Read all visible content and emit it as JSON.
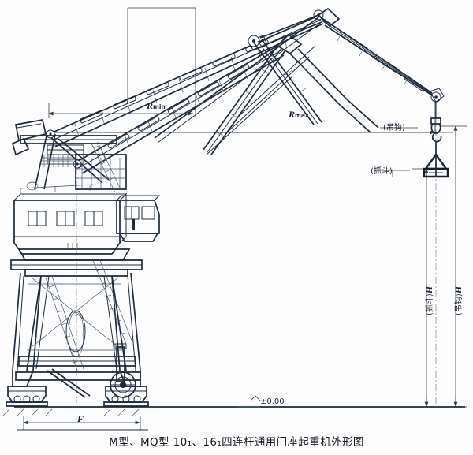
{
  "document": {
    "type": "engineering-outline-drawing",
    "caption": "M型、MQ型 10₁、16₁四连杆通用门座起重机外形图",
    "caption_parts": {
      "model_a": "M型",
      "sep1": "、",
      "model_b": "MQ型",
      "capacity_a": "10₁",
      "sep2": "、",
      "capacity_b": "16₁",
      "descriptor": "四连杆通用门座起重机外形图"
    },
    "paper_color": "#fdfdfd",
    "ink_color": "#1d2a3a",
    "ink_light": "#4a5c72"
  },
  "dimensions": {
    "r_min": {
      "symbol": "R",
      "subscript": "min",
      "name": "minimum-outreach"
    },
    "r_max": {
      "symbol": "R",
      "subscript": "max",
      "name": "maximum-outreach"
    },
    "h_total": {
      "symbol": "H",
      "prefix": "(吊钩)",
      "name": "hook-lifting-height"
    },
    "h_grab": {
      "symbol": "H",
      "prefix": "(抓斗)",
      "name": "grab-lifting-height"
    },
    "gauge": {
      "symbol": "F",
      "name": "rail-gauge"
    },
    "datum": "±0.00"
  },
  "annotations": {
    "hook": "(吊钩)",
    "grab": "(抓斗)",
    "datum_level": "±0.00"
  },
  "components": {
    "jib": "luffing-jib",
    "boom": "main-boom",
    "linkage": "four-bar-linkage",
    "machinery_house": "machinery-house",
    "operator_cab": "operator-cab",
    "slew_ring": "slewing-ring",
    "portal": "portal-frame",
    "bogies": "travel-bogies",
    "rail": "rail-track",
    "hook_block": "hook-block",
    "grab_bucket": "grab-bucket"
  }
}
